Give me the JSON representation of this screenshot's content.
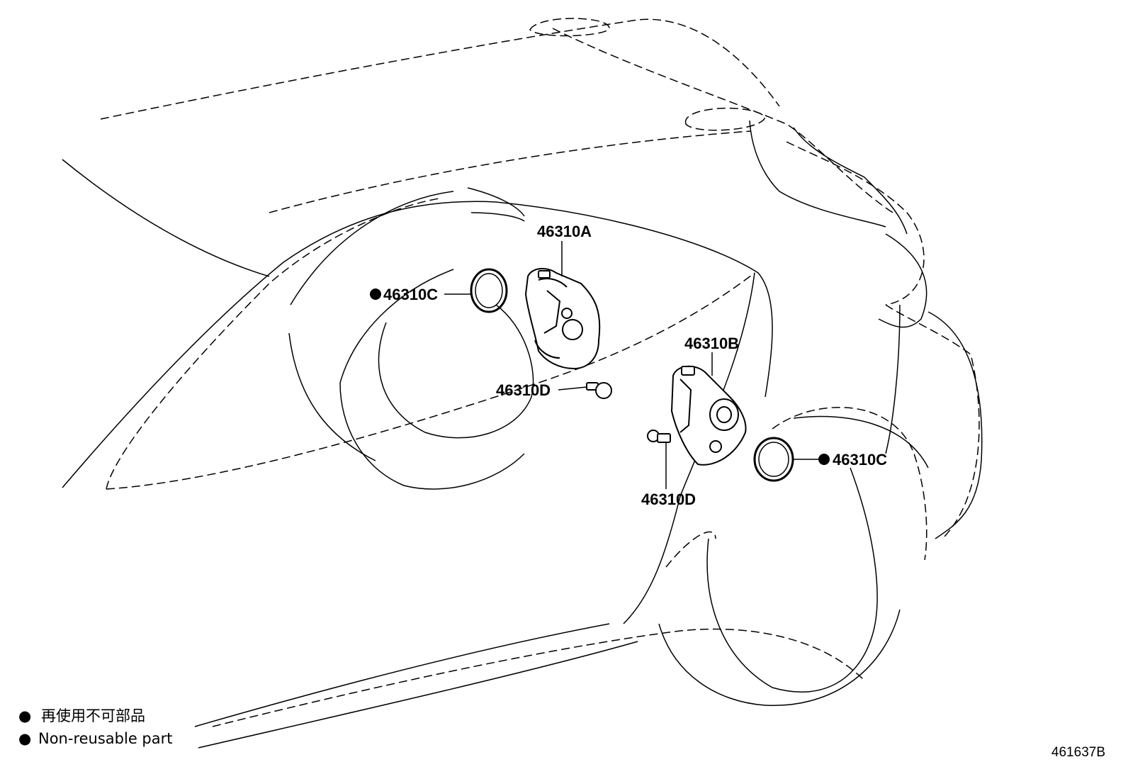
{
  "figure_number": "461637B",
  "legend": {
    "marker": "●",
    "japanese": "再使用不可部品",
    "english": "Non-reusable part"
  },
  "callouts": {
    "a": "46310A",
    "b": "46310B",
    "c_left": "46310C",
    "c_right": "46310C",
    "d_left": "46310D",
    "d_lower": "46310D"
  }
}
